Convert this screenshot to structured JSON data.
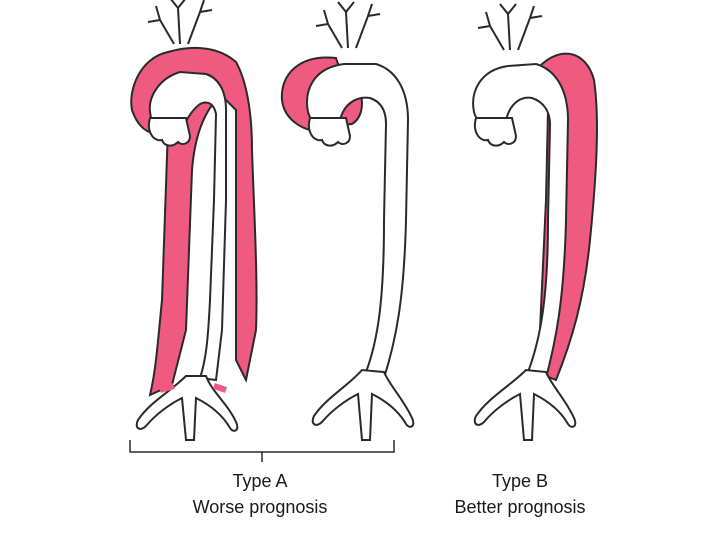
{
  "colors": {
    "dissection": "#ef5a80",
    "outline": "#2a2a2a",
    "vessel": "#ffffff"
  },
  "groups": [
    {
      "type_label": "Type A",
      "prognosis_label": "Worse prognosis"
    },
    {
      "type_label": "Type B",
      "prognosis_label": "Better prognosis"
    }
  ]
}
